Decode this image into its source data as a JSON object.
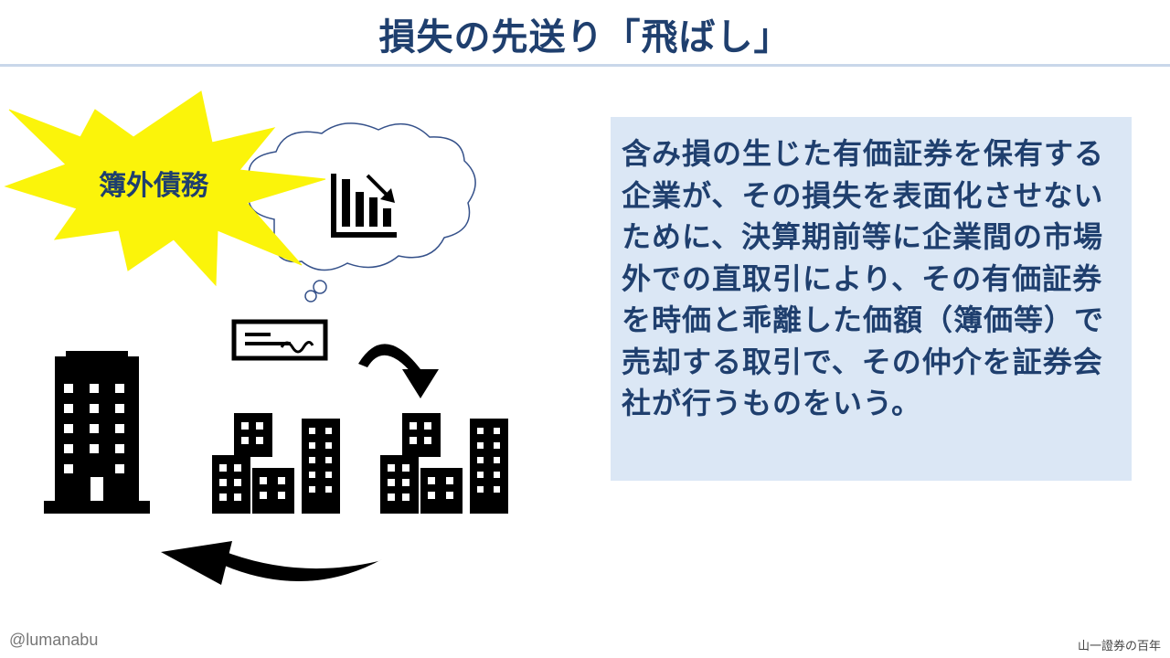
{
  "slide": {
    "title": "損失の先送り「飛ばし」",
    "burst_label": "簿外債務",
    "description": "含み損の生じた有価証券を保有する企業が、その損失を表面化させないために、決算期前等に企業間の市場外での直取引により、その有価証券を時価と乖離した価額（簿価等）で売却する取引で、その仲介を証券会社が行うものをいう。",
    "footer_left": "@lumanabu",
    "footer_right": "山一證券の百年"
  },
  "colors": {
    "title": "#1f3f6e",
    "box_background": "#dbe7f5",
    "burst": "#fbf40a",
    "cloud_outline": "#35518a",
    "icons": "#000000"
  },
  "icons": [
    "explosion-burst",
    "thought-cloud-icon",
    "declining-chart-icon",
    "check-icon",
    "curved-arrow-icon",
    "office-building-icon",
    "buildings-icon",
    "return-arrow-icon"
  ]
}
